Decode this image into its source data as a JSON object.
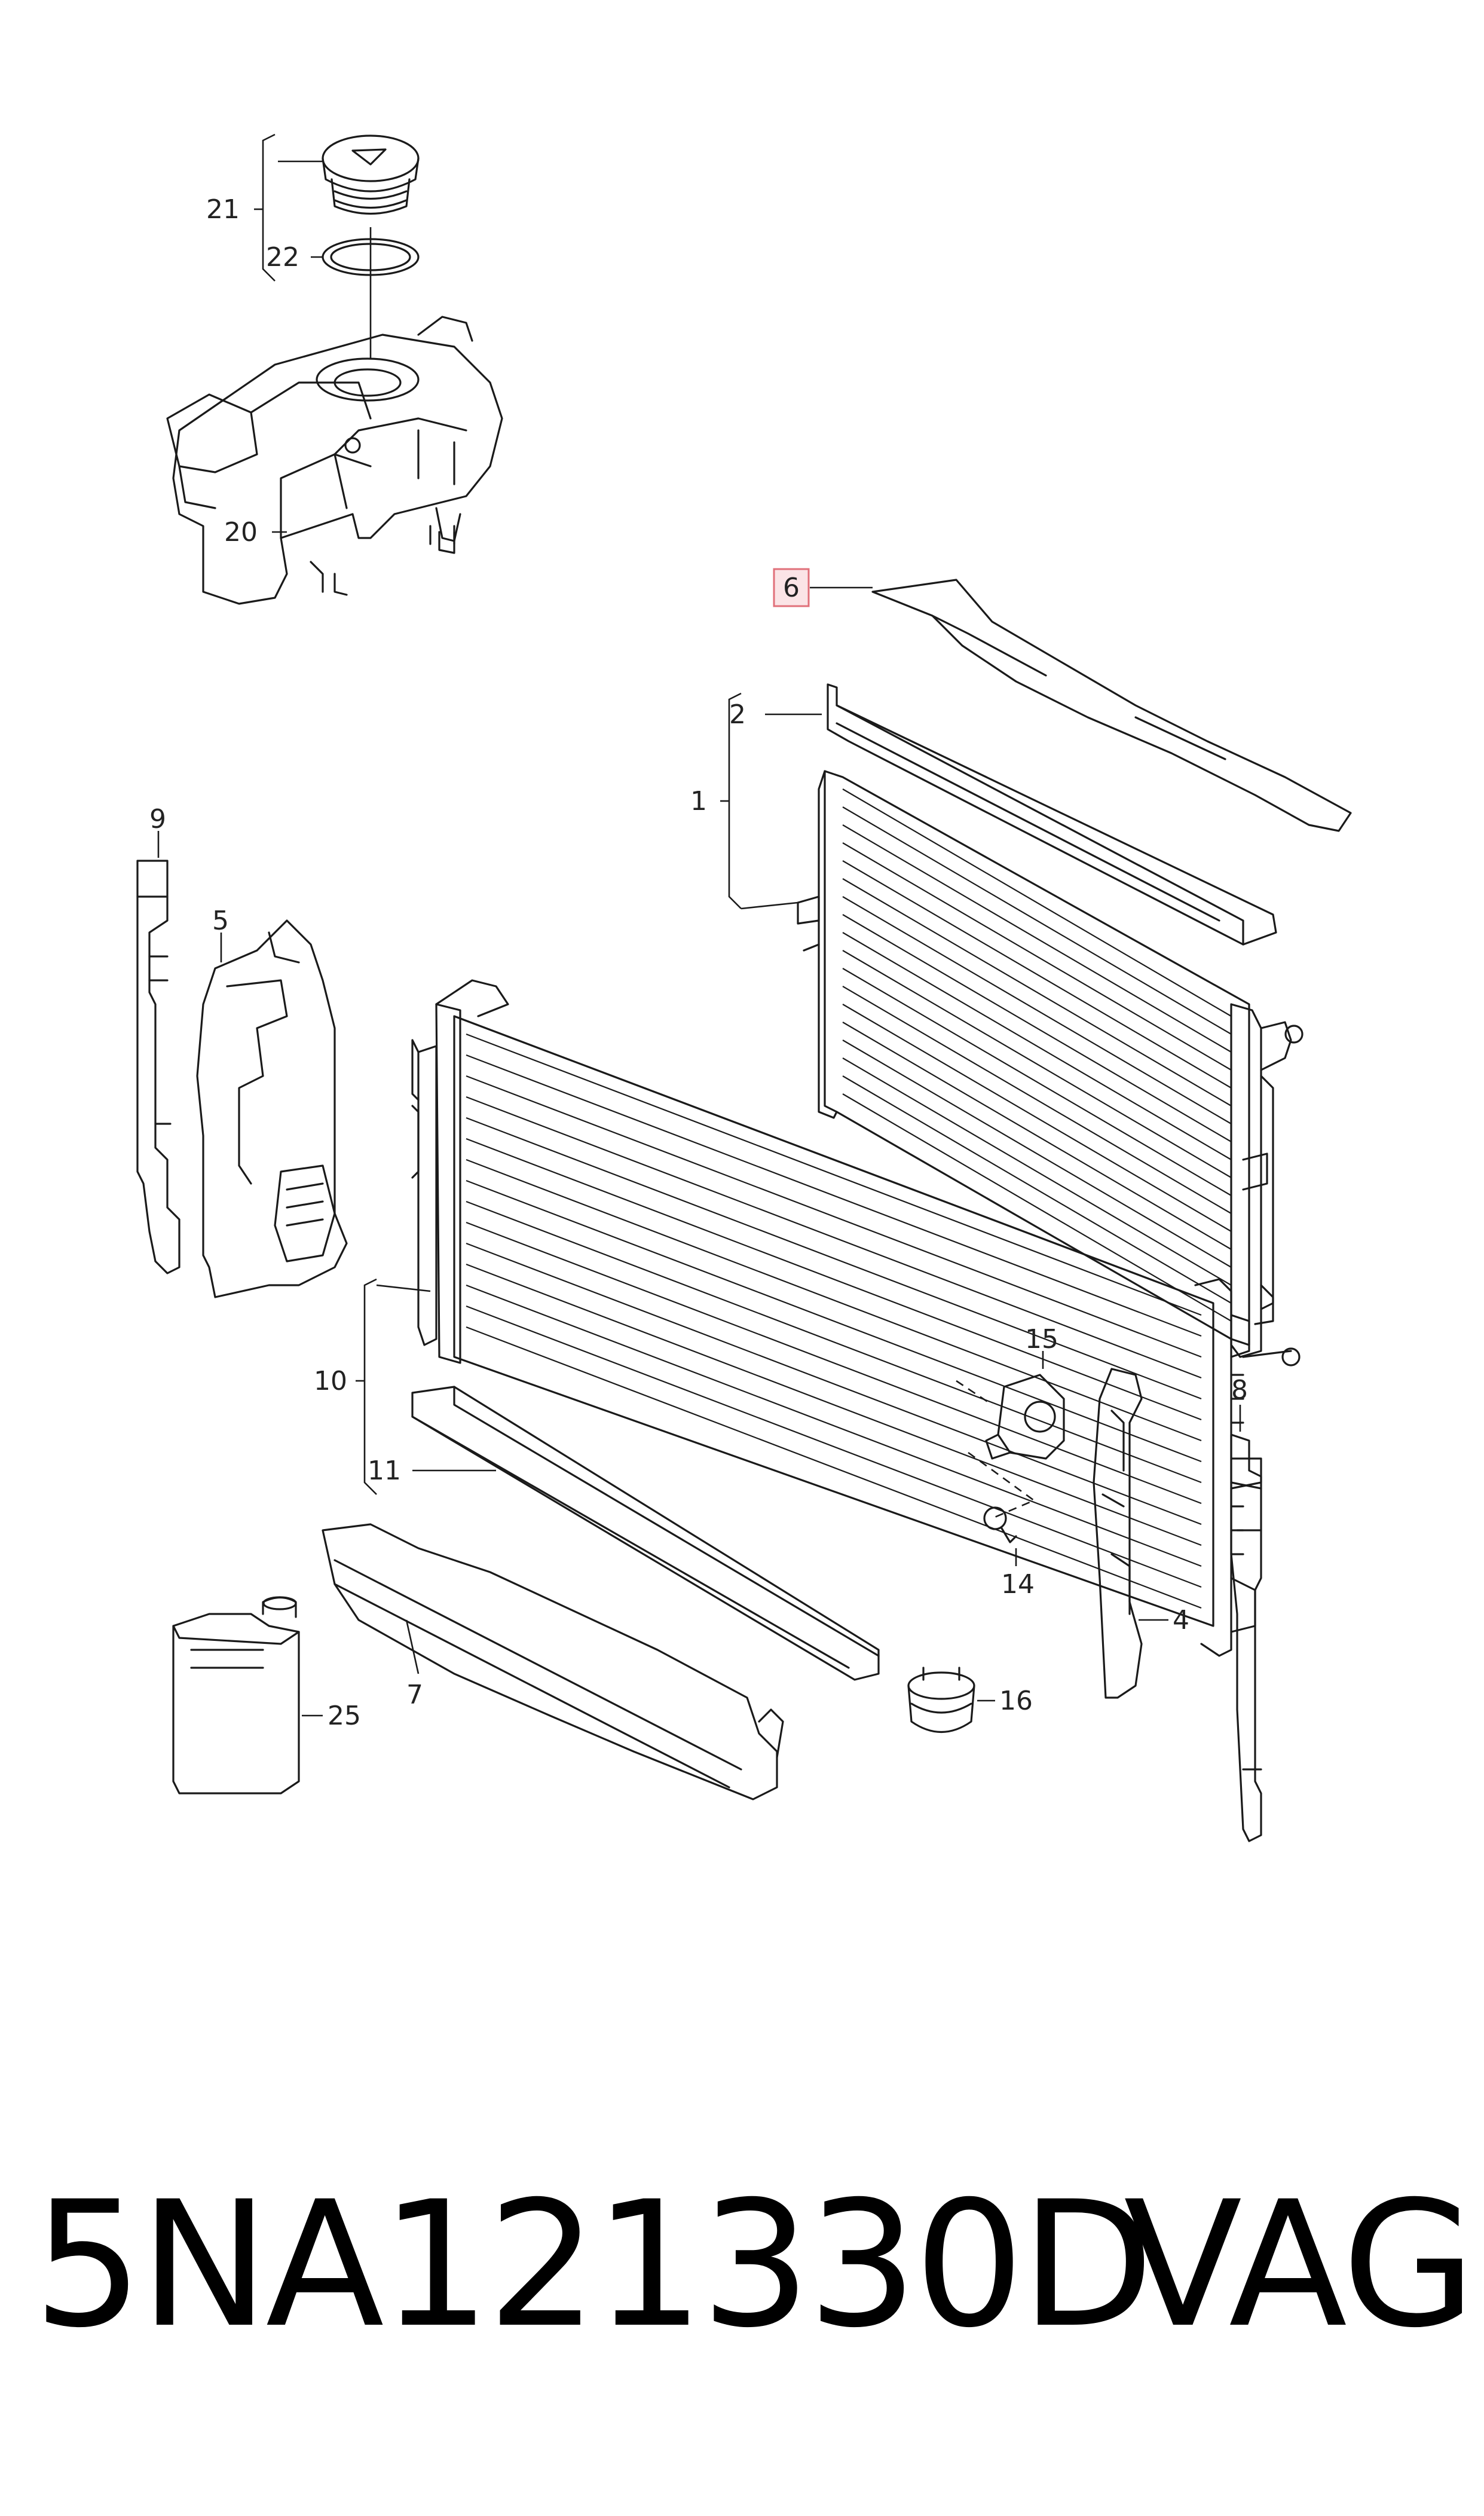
{
  "diagram": {
    "callouts": {
      "c1": "1",
      "c2": "2",
      "c4": "4",
      "c5": "5",
      "c6": "6",
      "c7": "7",
      "c8": "8",
      "c9": "9",
      "c10": "10",
      "c11": "11",
      "c14": "14",
      "c15": "15",
      "c16": "16",
      "c20": "20",
      "c21": "21",
      "c22": "22",
      "c25": "25"
    },
    "highlight_color": "#e0707a",
    "highlight_fill": "#fbe4e6"
  },
  "footer": {
    "part_number": "5NA121330D",
    "brand": "VAG"
  }
}
